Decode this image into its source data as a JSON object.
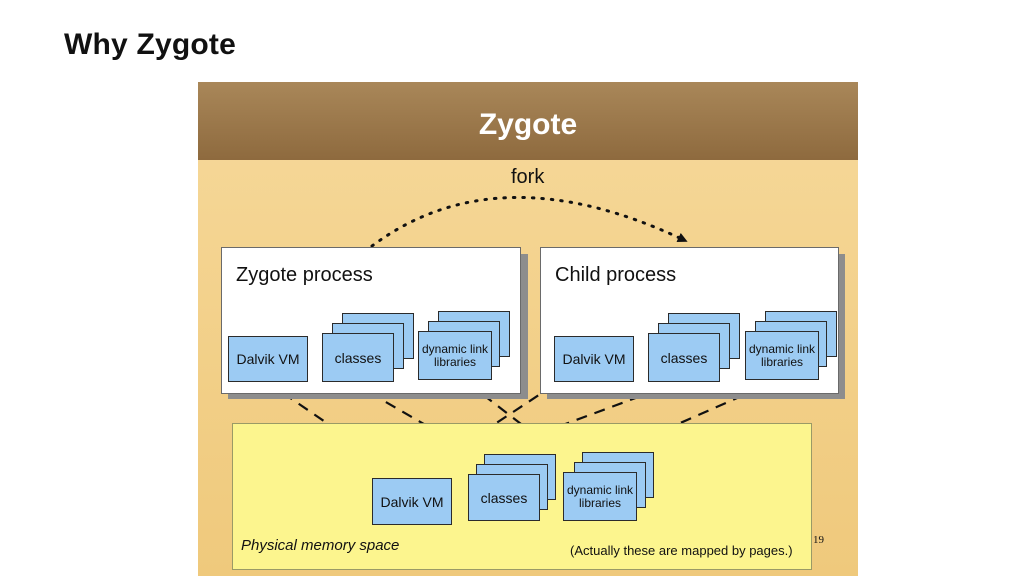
{
  "slide": {
    "title": "Why Zygote"
  },
  "diagram": {
    "title": "Zygote",
    "fork_label": "fork",
    "zygote_process": {
      "title": "Zygote process",
      "vm": "Dalvik VM",
      "classes": "classes",
      "libraries": "dynamic link libraries"
    },
    "child_process": {
      "title": "Child process",
      "vm": "Dalvik VM",
      "classes": "classes",
      "libraries": "dynamic link libraries"
    },
    "physical_memory": {
      "label": "Physical memory space",
      "note": "(Actually these are mapped by pages.)",
      "vm": "Dalvik VM",
      "classes": "classes",
      "libraries": "dynamic link libraries"
    },
    "page_number": "19",
    "colors": {
      "header_band": "#8e6a3e",
      "background": "#f2cf87",
      "box_fill": "#9ccbf3",
      "memory_fill": "#fcf58e"
    }
  }
}
